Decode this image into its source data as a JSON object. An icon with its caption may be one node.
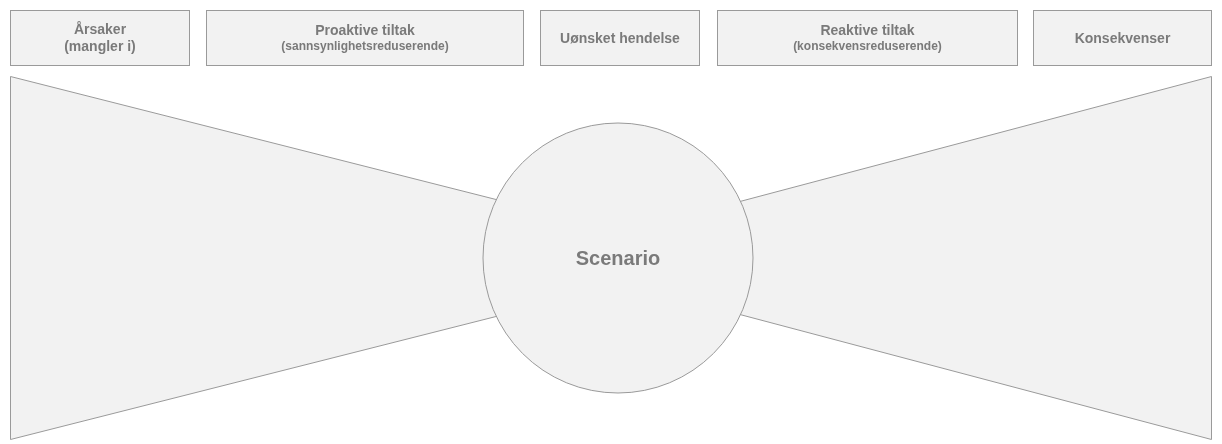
{
  "diagram": {
    "nodes": [
      {
        "text": [
          "Årsaker (mangler i)"
        ]
      },
      {
        "text": [
          "Proaktive tiltak",
          "(sannsynlighetsreduserende)"
        ]
      },
      {
        "text": [
          "Uønsket hendelse"
        ]
      },
      {
        "text": [
          "Reaktive tiltak",
          "(konsekvensreduserende)"
        ]
      },
      {
        "text": [
          "Konsekvenser"
        ]
      },
      {
        "text": [],
        "shape": "trapezoid"
      },
      {
        "text": [
          "Scenario"
        ]
      },
      {
        "text": [],
        "shape": "trapezoid"
      }
    ]
  }
}
